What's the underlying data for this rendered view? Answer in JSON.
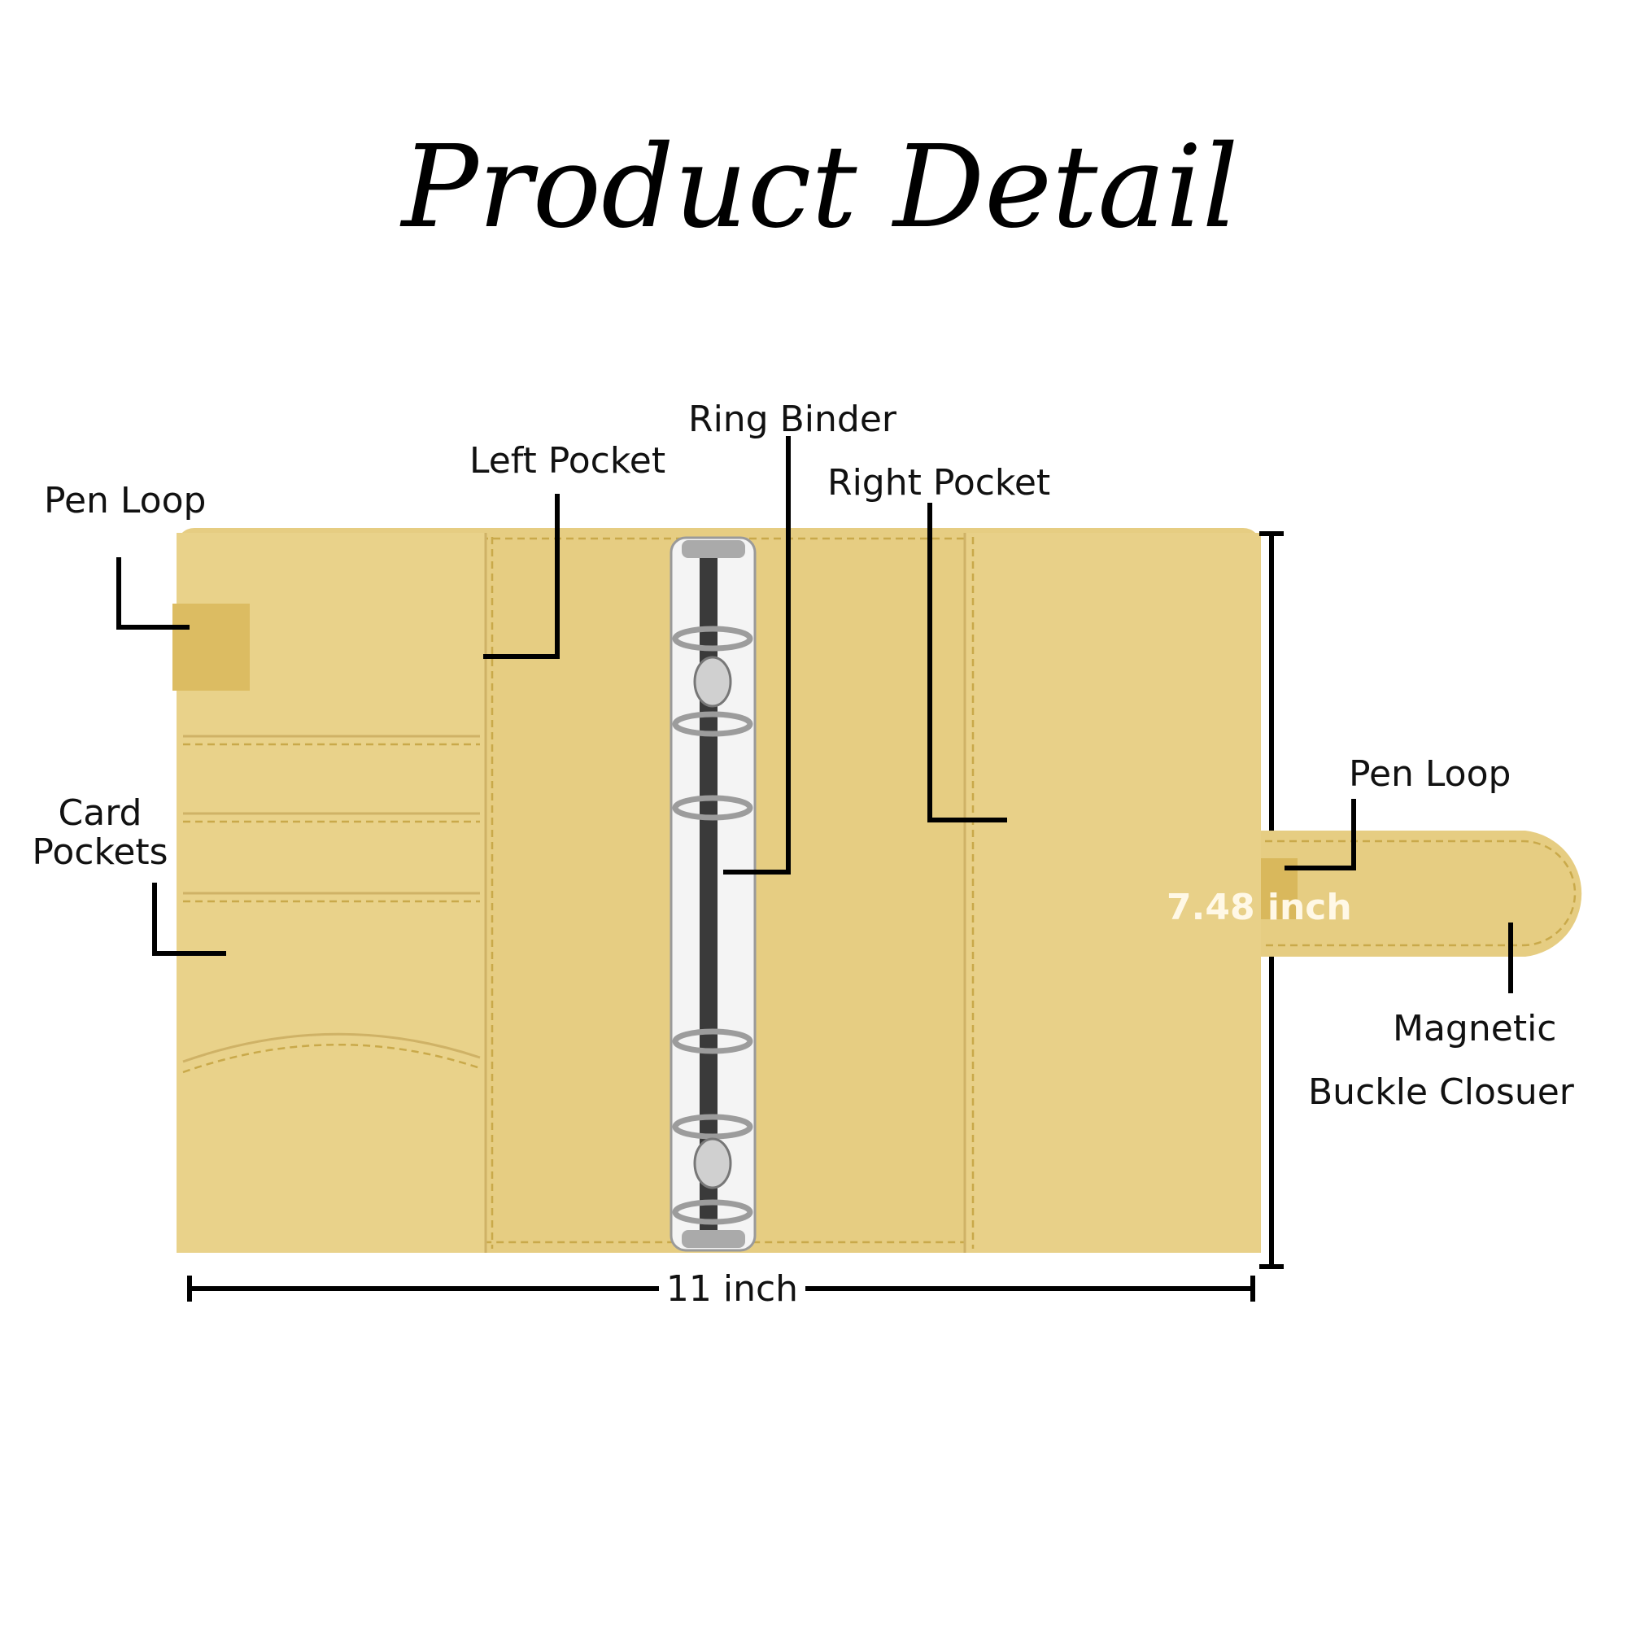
{
  "title": "Product Detail",
  "labels": {
    "pen_loop_left": "Pen Loop",
    "left_pocket": "Left Pocket",
    "ring_binder": "Ring Binder",
    "right_pocket": "Right Pocket",
    "card_pockets_line1": "Card",
    "card_pockets_line2": "Pockets",
    "pen_loop_right": "Pen Loop",
    "magnetic_line1": "Magnetic",
    "magnetic_line2": "Buckle Closuer"
  },
  "dimensions": {
    "width": "11 inch",
    "height": "7.48 inch"
  },
  "colors": {
    "leather": "#e6cd82",
    "stitch": "#c9a94a",
    "metal": "#e8e8e8"
  }
}
